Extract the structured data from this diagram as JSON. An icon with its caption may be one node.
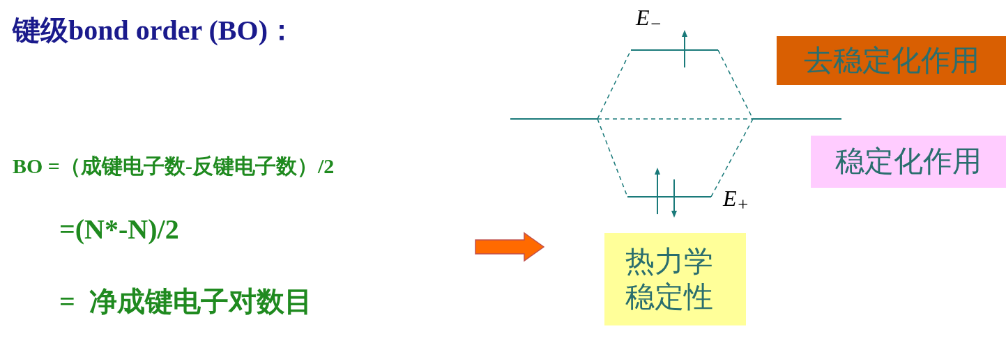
{
  "diagram": {
    "title": "键级bond order (BO)：",
    "nodes": [
      {
        "text": [
          "去稳定化作用"
        ]
      },
      {
        "text": [
          "稳定化作用"
        ]
      },
      {
        "text": [
          "热力学稳定性"
        ]
      }
    ],
    "labels": [
      "E$_{−}$",
      "BO =（成键电子数-反键电子数）/2",
      "E$_{+}$",
      "=(N*-N)/2",
      "=  净成键电子对数目"
    ]
  }
}
